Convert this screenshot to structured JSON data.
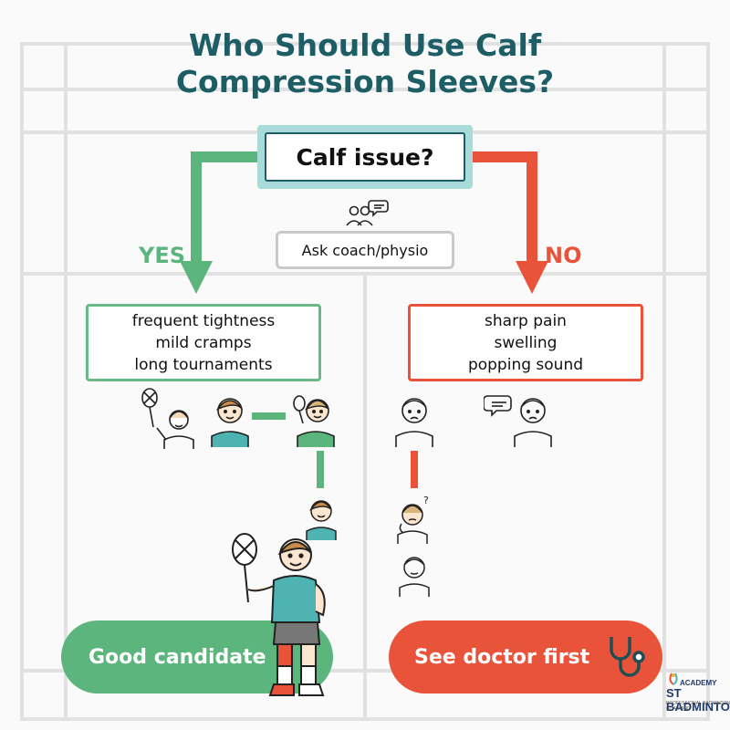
{
  "title": {
    "line1": "Who Should Use Calf",
    "line2": "Compression Sleeves?"
  },
  "decision": {
    "question": "Calf issue?",
    "advice": "Ask coach/physio"
  },
  "branches": {
    "yes": {
      "label": "YES",
      "items": [
        "frequent tightness",
        "mild cramps",
        "long tournaments"
      ],
      "outcome": "Good candidate",
      "color": "#5cb57d"
    },
    "no": {
      "label": "NO",
      "items": [
        "sharp pain",
        "swelling",
        "popping sound"
      ],
      "outcome": "See doctor first",
      "color": "#e8533a"
    }
  },
  "brand": {
    "top": "ACADEMY",
    "name": "ST BADMINTON",
    "tagline": "PROFESSIONAL BADMINTON COACHING"
  },
  "colors": {
    "title": "#1d5e66",
    "teal": "#4fb3b3",
    "green": "#5cb57d",
    "red": "#e8533a"
  },
  "icons": [
    "people-chat-icon",
    "badminton-racket-icon",
    "speech-bubble-icon",
    "question-mark-icon",
    "stethoscope-icon",
    "player-figure"
  ]
}
